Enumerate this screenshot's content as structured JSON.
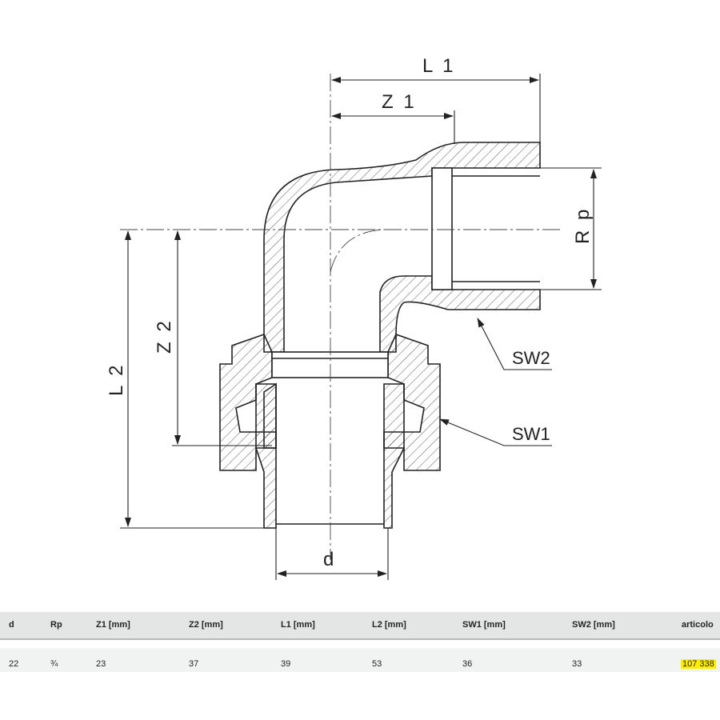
{
  "drawing": {
    "dimensions": {
      "L1": "L 1",
      "Z1": "Z 1",
      "Rp": "R p",
      "Z2": "Z 2",
      "L2": "L 2",
      "d": "d"
    },
    "callouts": {
      "SW2": "SW2",
      "SW1": "SW1"
    }
  },
  "table": {
    "headers": [
      "d",
      "Rp",
      "Z1 [mm]",
      "Z2 [mm]",
      "L1 [mm]",
      "L2 [mm]",
      "SW1 [mm]",
      "SW2 [mm]",
      "articolo"
    ],
    "rows": [
      [
        "22",
        "¾",
        "23",
        "37",
        "39",
        "53",
        "36",
        "33",
        "107 338"
      ]
    ],
    "highlight_color": "#ffee00"
  }
}
